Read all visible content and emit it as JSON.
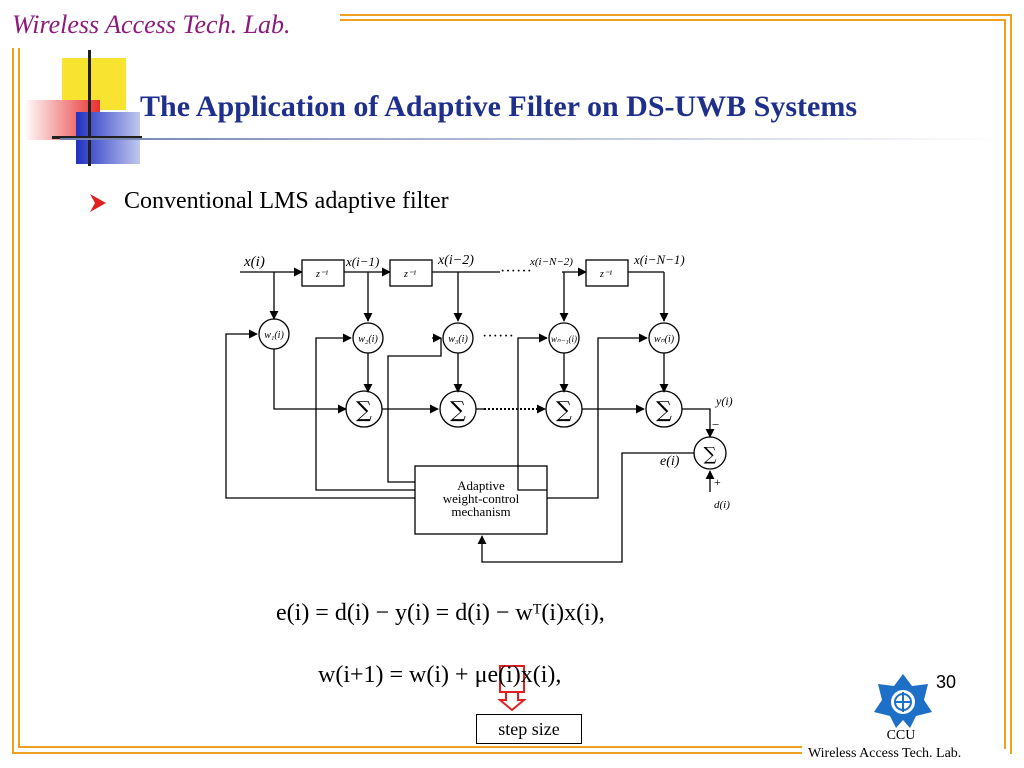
{
  "header": {
    "lab_name": "Wireless Access Tech. Lab.",
    "title": "The Application of Adaptive Filter on DS-UWB Systems"
  },
  "bullet": {
    "text": "Conventional LMS adaptive filter"
  },
  "diagram": {
    "signals": {
      "x0": "x(i)",
      "x1": "x(i−1)",
      "x2": "x(i−2)",
      "xN2": "x(i−N−2)",
      "xN1": "x(i−N−1)"
    },
    "delay_label": "z⁻¹",
    "weights": [
      "w₁(i)",
      "w₂(i)",
      "w₃(i)",
      "wₙ₋₁(i)",
      "wₙ(i)"
    ],
    "sum_symbol": "∑",
    "output": "y(i)",
    "error": "e(i)",
    "desired": "d(i)",
    "minus": "−",
    "plus": "+",
    "dots": "······",
    "mechanism": [
      "Adaptive",
      "weight-control",
      "mechanism"
    ]
  },
  "equations": {
    "eq1": "e(i) = d(i) − y(i) = d(i) − wᵀ(i)x(i),",
    "eq2": "w(i+1) = w(i) + μe(i)x(i),"
  },
  "step_size": "step size",
  "page_number": "30",
  "footer": {
    "org": "CCU",
    "lab": "Wireless Access Tech. Lab."
  },
  "colors": {
    "frame": "#f0a020",
    "title": "#1f2f8c",
    "lab_title": "#8b1a7a",
    "highlight_arrow": "#e02020"
  }
}
